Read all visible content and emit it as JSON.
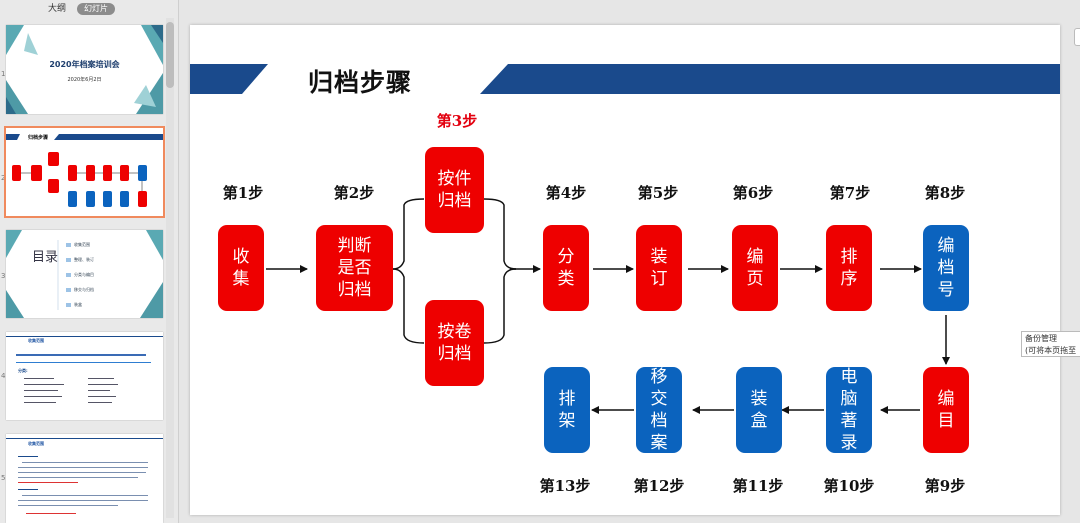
{
  "panel": {
    "tabs": {
      "outline": "大纲",
      "slides": "幻灯片"
    }
  },
  "thumbnails": [
    {
      "number": "1",
      "title": "2020年档案培训会",
      "date": "2020年6月2日"
    },
    {
      "number": "2",
      "title": "归档步骤"
    },
    {
      "number": "3",
      "title": "目录",
      "items": [
        "收集范围",
        "整理、装订",
        "分类与编目",
        "移交与归档",
        "装盒"
      ]
    },
    {
      "number": "4",
      "heading": "收集范围",
      "subheading": "分类:"
    },
    {
      "number": "5",
      "heading": "收集范围"
    }
  ],
  "slide": {
    "title": "归档步骤",
    "steps": [
      {
        "label": "第1步",
        "box": "收集",
        "color": "red"
      },
      {
        "label": "第2步",
        "box": "判断是否归档",
        "color": "red"
      },
      {
        "label": "第3步",
        "box_a": "按件归档",
        "box_b": "按卷归档",
        "color": "red"
      },
      {
        "label": "第4步",
        "box": "分类",
        "color": "red"
      },
      {
        "label": "第5步",
        "box": "装订",
        "color": "red"
      },
      {
        "label": "第6步",
        "box": "编页",
        "color": "red"
      },
      {
        "label": "第7步",
        "box": "排序",
        "color": "red"
      },
      {
        "label": "第8步",
        "box": "编档号",
        "color": "blue"
      },
      {
        "label": "第9步",
        "box": "编目",
        "color": "red"
      },
      {
        "label": "第10步",
        "box": "电脑著录",
        "color": "blue"
      },
      {
        "label": "第11步",
        "box": "装盒",
        "color": "blue"
      },
      {
        "label": "第12步",
        "box": "移交档案",
        "color": "blue"
      },
      {
        "label": "第13步",
        "box": "排架",
        "color": "blue"
      }
    ],
    "colors": {
      "red": "#ee0000",
      "blue": "#0b63be",
      "banner": "#1a4a8c",
      "step3_label": "#e3000f"
    }
  },
  "tooltip": {
    "line1": "备份管理",
    "line2": "(可将本页拖至"
  }
}
